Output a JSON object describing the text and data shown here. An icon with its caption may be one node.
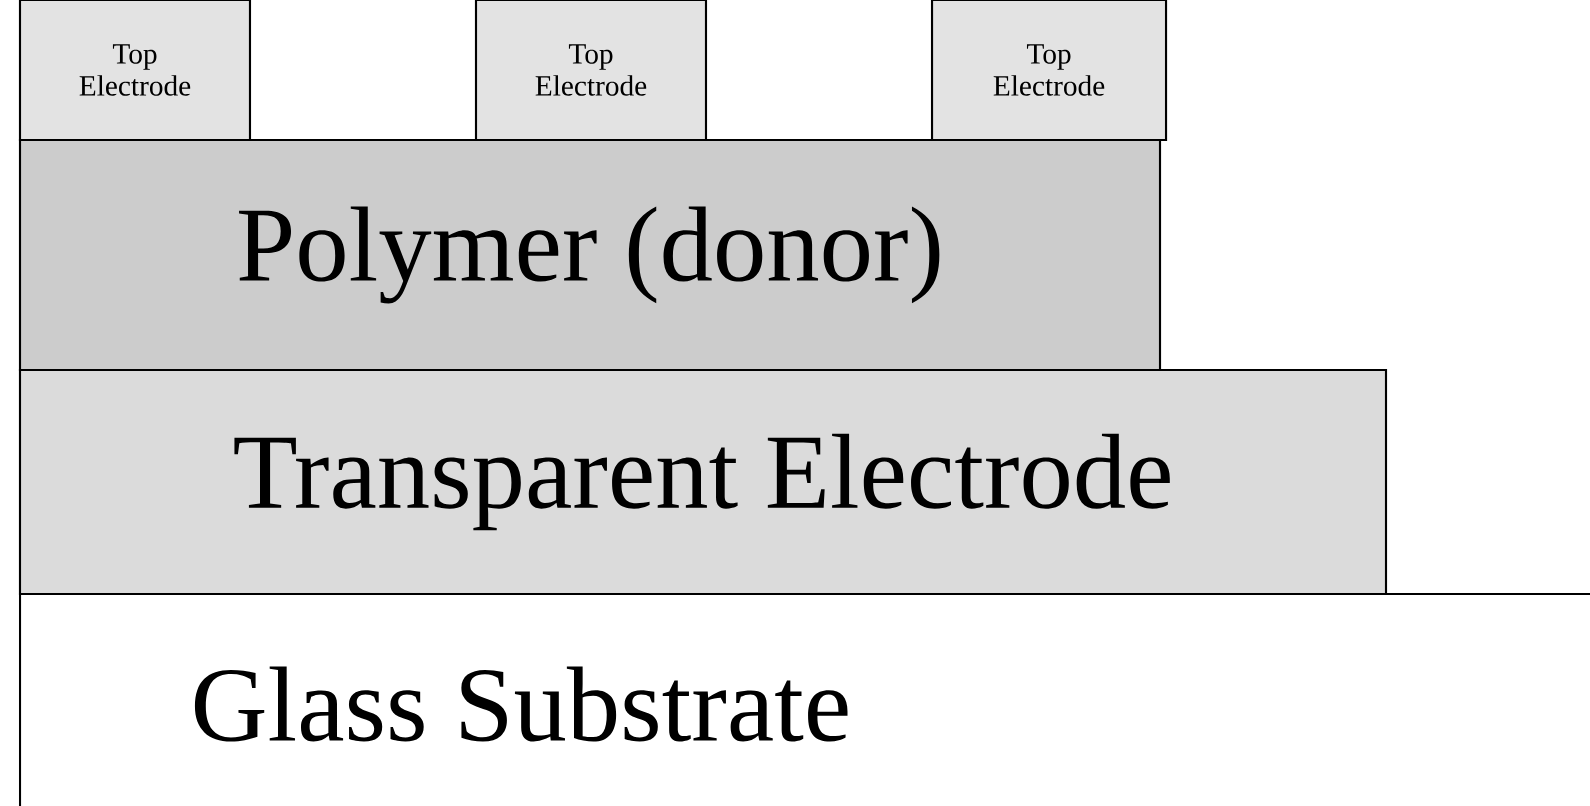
{
  "diagram": {
    "nodes": [
      {
        "text": [
          "Top Electrode"
        ]
      },
      {
        "text": [
          "Top Electrode"
        ]
      },
      {
        "text": [
          "Top Electrode"
        ]
      },
      {
        "text": [
          "Polymer (donor)"
        ]
      },
      {
        "text": [
          "Transparent Electrode"
        ]
      },
      {
        "text": [
          "Glass Substrate"
        ]
      }
    ]
  }
}
